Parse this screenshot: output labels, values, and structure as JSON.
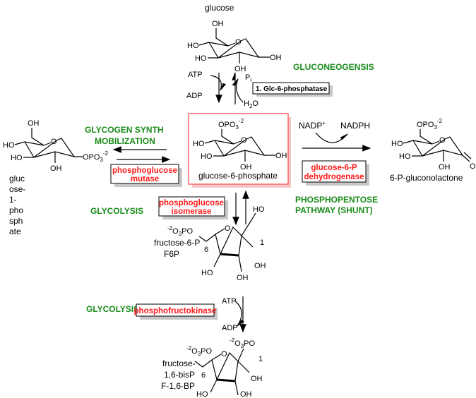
{
  "colors": {
    "pathway_label": "#1a8c1a",
    "enzyme_label": "#ff1a1a",
    "highlight_box": "#ff6666"
  },
  "glucose": {
    "name": "glucose",
    "atoms": {
      "c6_oh": "OH",
      "ring_o": "O",
      "c4_oh": "HO",
      "c3_oh": "HO",
      "c2_oh": "OH",
      "c1_oh": "OH"
    }
  },
  "glucose_step": {
    "atp": "ATP",
    "adp": "ADP",
    "pi": "P",
    "pi_sub": "i",
    "h2o_h": "H",
    "h2o_2": "2",
    "h2o_o": "O",
    "enzyme": "1. Glc-6-phosphatase",
    "pathway": "GLUCONEOGENSIS"
  },
  "g6p": {
    "name": "glucose-6-phosphate",
    "atoms": {
      "c6_op": "OPO",
      "c6_sub": "3",
      "c6_sup": "-2",
      "ring_o": "O",
      "c4_oh": "HO",
      "c3_oh": "HO",
      "c2_oh": "OH",
      "c1_oh": "OH"
    }
  },
  "g1p": {
    "name_lines": [
      "gluc",
      "ose-",
      "1-",
      "pho",
      "sph",
      "ate"
    ],
    "atoms": {
      "c6_oh": "OH",
      "ring_o": "O",
      "c4_oh": "HO",
      "c3_oh": "HO",
      "c2_oh": "OH",
      "c1_op": "OPO",
      "c1_sub": "3",
      "c1_sup": "-2"
    }
  },
  "mutase_step": {
    "pathway_line1": "GLYCOGEN SYNTH",
    "pathway_line2": "MOBILIZATION",
    "enzyme_line1": "phosphoglucose",
    "enzyme_line2": "mutase"
  },
  "dehydrogenase_step": {
    "nadp": "NADP",
    "nadp_sup": "+",
    "nadph": "NADPH",
    "enzyme_line1": "glucose-6-P",
    "enzyme_line2": "dehydrogenase",
    "pathway_line1": "PHOSPHOPENTOSE",
    "pathway_line2": "PATHWAY (SHUNT)"
  },
  "gluconolactone": {
    "name": "6-P-gluconolactone",
    "atoms": {
      "c6_op": "OPO",
      "c6_sub": "3",
      "c6_sup": "-2",
      "ring_o": "O",
      "c4_oh": "HO",
      "c3_oh": "HO",
      "c2_oh": "OH",
      "c1_o": "O"
    }
  },
  "isomerase_step": {
    "pathway": "GLYCOLYSIS",
    "enzyme_line1": "phosphoglucose",
    "enzyme_line2": "isomerase"
  },
  "f6p": {
    "name_line1": "fructose-6-P",
    "name_line2": "F6P",
    "atoms": {
      "p_sup": "-2",
      "p_o3": "O",
      "p_sub": "3",
      "p_po": "PO",
      "c6": "6",
      "ring_o": "O",
      "c1_oh": "HO",
      "c1": "1",
      "c2_oh": "OH",
      "c4_oh": "HO",
      "c3_oh": "OH"
    }
  },
  "pfk_step": {
    "pathway": "GLYCOLYSIS",
    "enzyme": "phosphofructokinase",
    "atp": "ATP",
    "adp": "ADP"
  },
  "f16bp": {
    "name_lines": [
      "fructose-",
      "1,6-bisP",
      "F-1,6-BP"
    ],
    "atoms": {
      "p6_sup": "-2",
      "p6_o3": "O",
      "p6_sub": "3",
      "p6_po": "PO",
      "c6": "6",
      "p1_sup": "-2",
      "p1_o3": "O",
      "p1_sub": "3",
      "p1_po": "PO",
      "c1": "1",
      "ring_o": "O",
      "c2_oh": "OH",
      "c4_oh": "HO",
      "c3_oh": "OH"
    }
  }
}
